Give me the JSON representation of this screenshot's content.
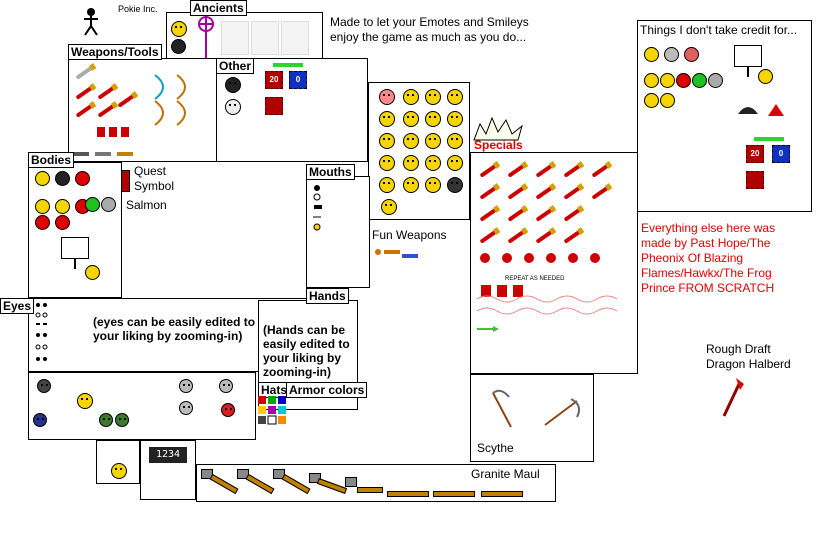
{
  "header": {
    "logo_text": "Pokie Inc.",
    "intro_line1": "Made to let your Emotes and Smileys",
    "intro_line2": "enjoy the game as much as you do..."
  },
  "panels": {
    "ancients": "Ancients",
    "weapons_tools": "Weapons/Tools",
    "other": "Other",
    "bodies": "Bodies",
    "mouths": "Mouths",
    "fun_weapons": "Fun Weapons",
    "specials": "Specials",
    "eyes": "Eyes",
    "hands": "Hands",
    "hats": "Hats",
    "armor_colors": "Armor colors",
    "things_credit": "Things I don't take credit for..."
  },
  "labels": {
    "quest": "Quest",
    "symbol": "Symbol",
    "salmon": "Salmon",
    "repeat_as_needed": "REPEAT AS NEEDED",
    "scythe": "Scythe",
    "granite_maul": "Granite Maul",
    "rough_draft_1": "Rough Draft",
    "rough_draft_2": "Dragon Halberd",
    "counter_digits": "1234"
  },
  "notes": {
    "eyes_note_1": "(eyes can be easily edited to",
    "eyes_note_2": "your liking by zooming-in)",
    "hands_note_1": "(Hands can be",
    "hands_note_2": "easily edited to",
    "hands_note_3": "your liking by",
    "hands_note_4": "zooming-in)"
  },
  "credit_text": {
    "line1": "Everything else here was",
    "line2": "made by Past Hope/The",
    "line3": "Pheonix Of Blazing",
    "line4": "Flames/Hawkx/The Frog",
    "line5": "Prince FROM SCRATCH"
  },
  "monster_labels": {
    "red": "20",
    "blue": "0"
  },
  "colors": {
    "credit_red": "#e00000",
    "smiley_yellow": "#f5d400",
    "weapon_red": "#cc0000",
    "hp_green": "#2fd22f"
  }
}
